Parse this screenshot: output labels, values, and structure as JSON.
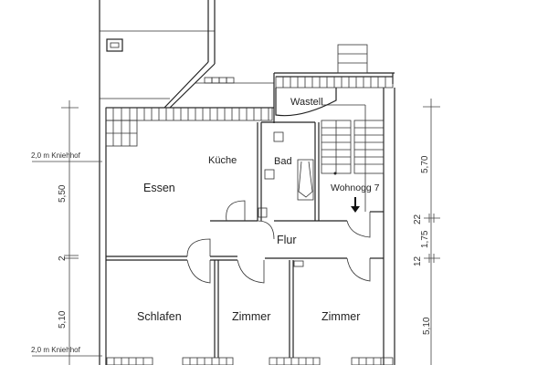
{
  "plan": {
    "rooms": [
      {
        "id": "essen",
        "label": "Essen"
      },
      {
        "id": "kueche",
        "label": "Küche"
      },
      {
        "id": "bad",
        "label": "Bad"
      },
      {
        "id": "wastell",
        "label": "Wastell"
      },
      {
        "id": "wohnung",
        "label": "Wohnogg 7"
      },
      {
        "id": "flur",
        "label": "Flur"
      },
      {
        "id": "schlafen",
        "label": "Schlafen"
      },
      {
        "id": "zimmer1",
        "label": "Zimmer"
      },
      {
        "id": "zimmer2",
        "label": "Zimmer"
      }
    ],
    "annotations": {
      "kniestock_top": "2,0 m Kniehhof",
      "kniestock_bottom": "2,0 m Kniehhof"
    },
    "dimensions_left": [
      "5,50",
      "2",
      "5,10"
    ],
    "dimensions_right": [
      "5,70",
      "22",
      "1,75",
      "12",
      "5,10"
    ],
    "icons": [
      "entrance-arrow-icon",
      "stair-icon",
      "toilet-icon",
      "sink-icon",
      "shower-icon",
      "chimney-icon",
      "skylight-icon"
    ]
  }
}
